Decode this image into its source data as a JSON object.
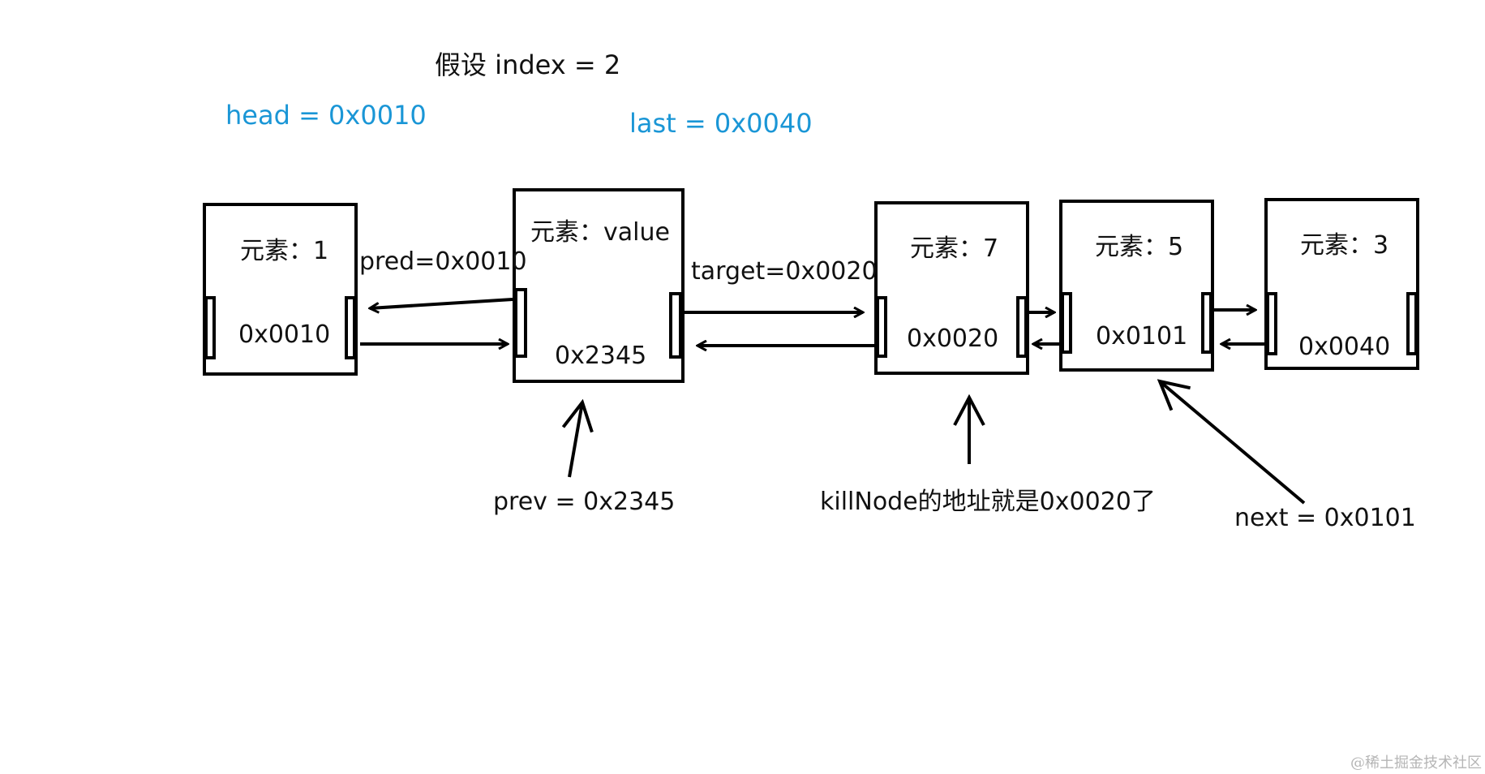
{
  "annotations": {
    "index_assumption": "假设 index =   2",
    "head": "head  =  0x0010",
    "last": "last  =  0x0040",
    "pred": "pred=0x0010",
    "target": "target=0x0020",
    "prev": "prev  =  0x2345",
    "kill_node": "killNode的地址就是0x0020了",
    "next": "next  =  0x0101"
  },
  "nodes": [
    {
      "element": "元素：1",
      "address": "0x0010"
    },
    {
      "element": "元素：value",
      "address": "0x2345"
    },
    {
      "element": "元素：7",
      "address": "0x0020"
    },
    {
      "element": "元素：5",
      "address": "0x0101"
    },
    {
      "element": "元素：3",
      "address": "0x0040"
    }
  ],
  "watermark": "@稀土掘金技术社区",
  "colors": {
    "ink": "#000000",
    "highlight": "#1a96d6"
  }
}
